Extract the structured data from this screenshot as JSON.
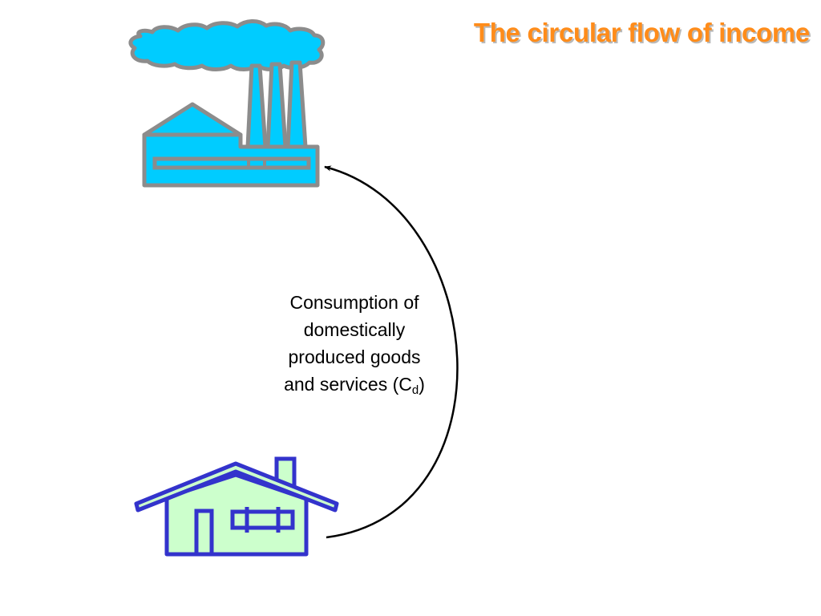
{
  "slide": {
    "title": "The circular flow of income"
  },
  "flow": {
    "label_lines": [
      "Consumption of",
      "domestically",
      "produced goods",
      "and services (C"
    ],
    "symbol_subscript": "d",
    "symbol_close": ")"
  },
  "nodes": {
    "firms_icon": "factory-icon",
    "households_icon": "house-icon"
  },
  "colors": {
    "title": "#ff8c1a",
    "factory_fill": "#00ccff",
    "factory_outline": "#8c8c8c",
    "house_fill": "#ccffcc",
    "house_outline": "#3333cc",
    "arrow": "#000000"
  }
}
